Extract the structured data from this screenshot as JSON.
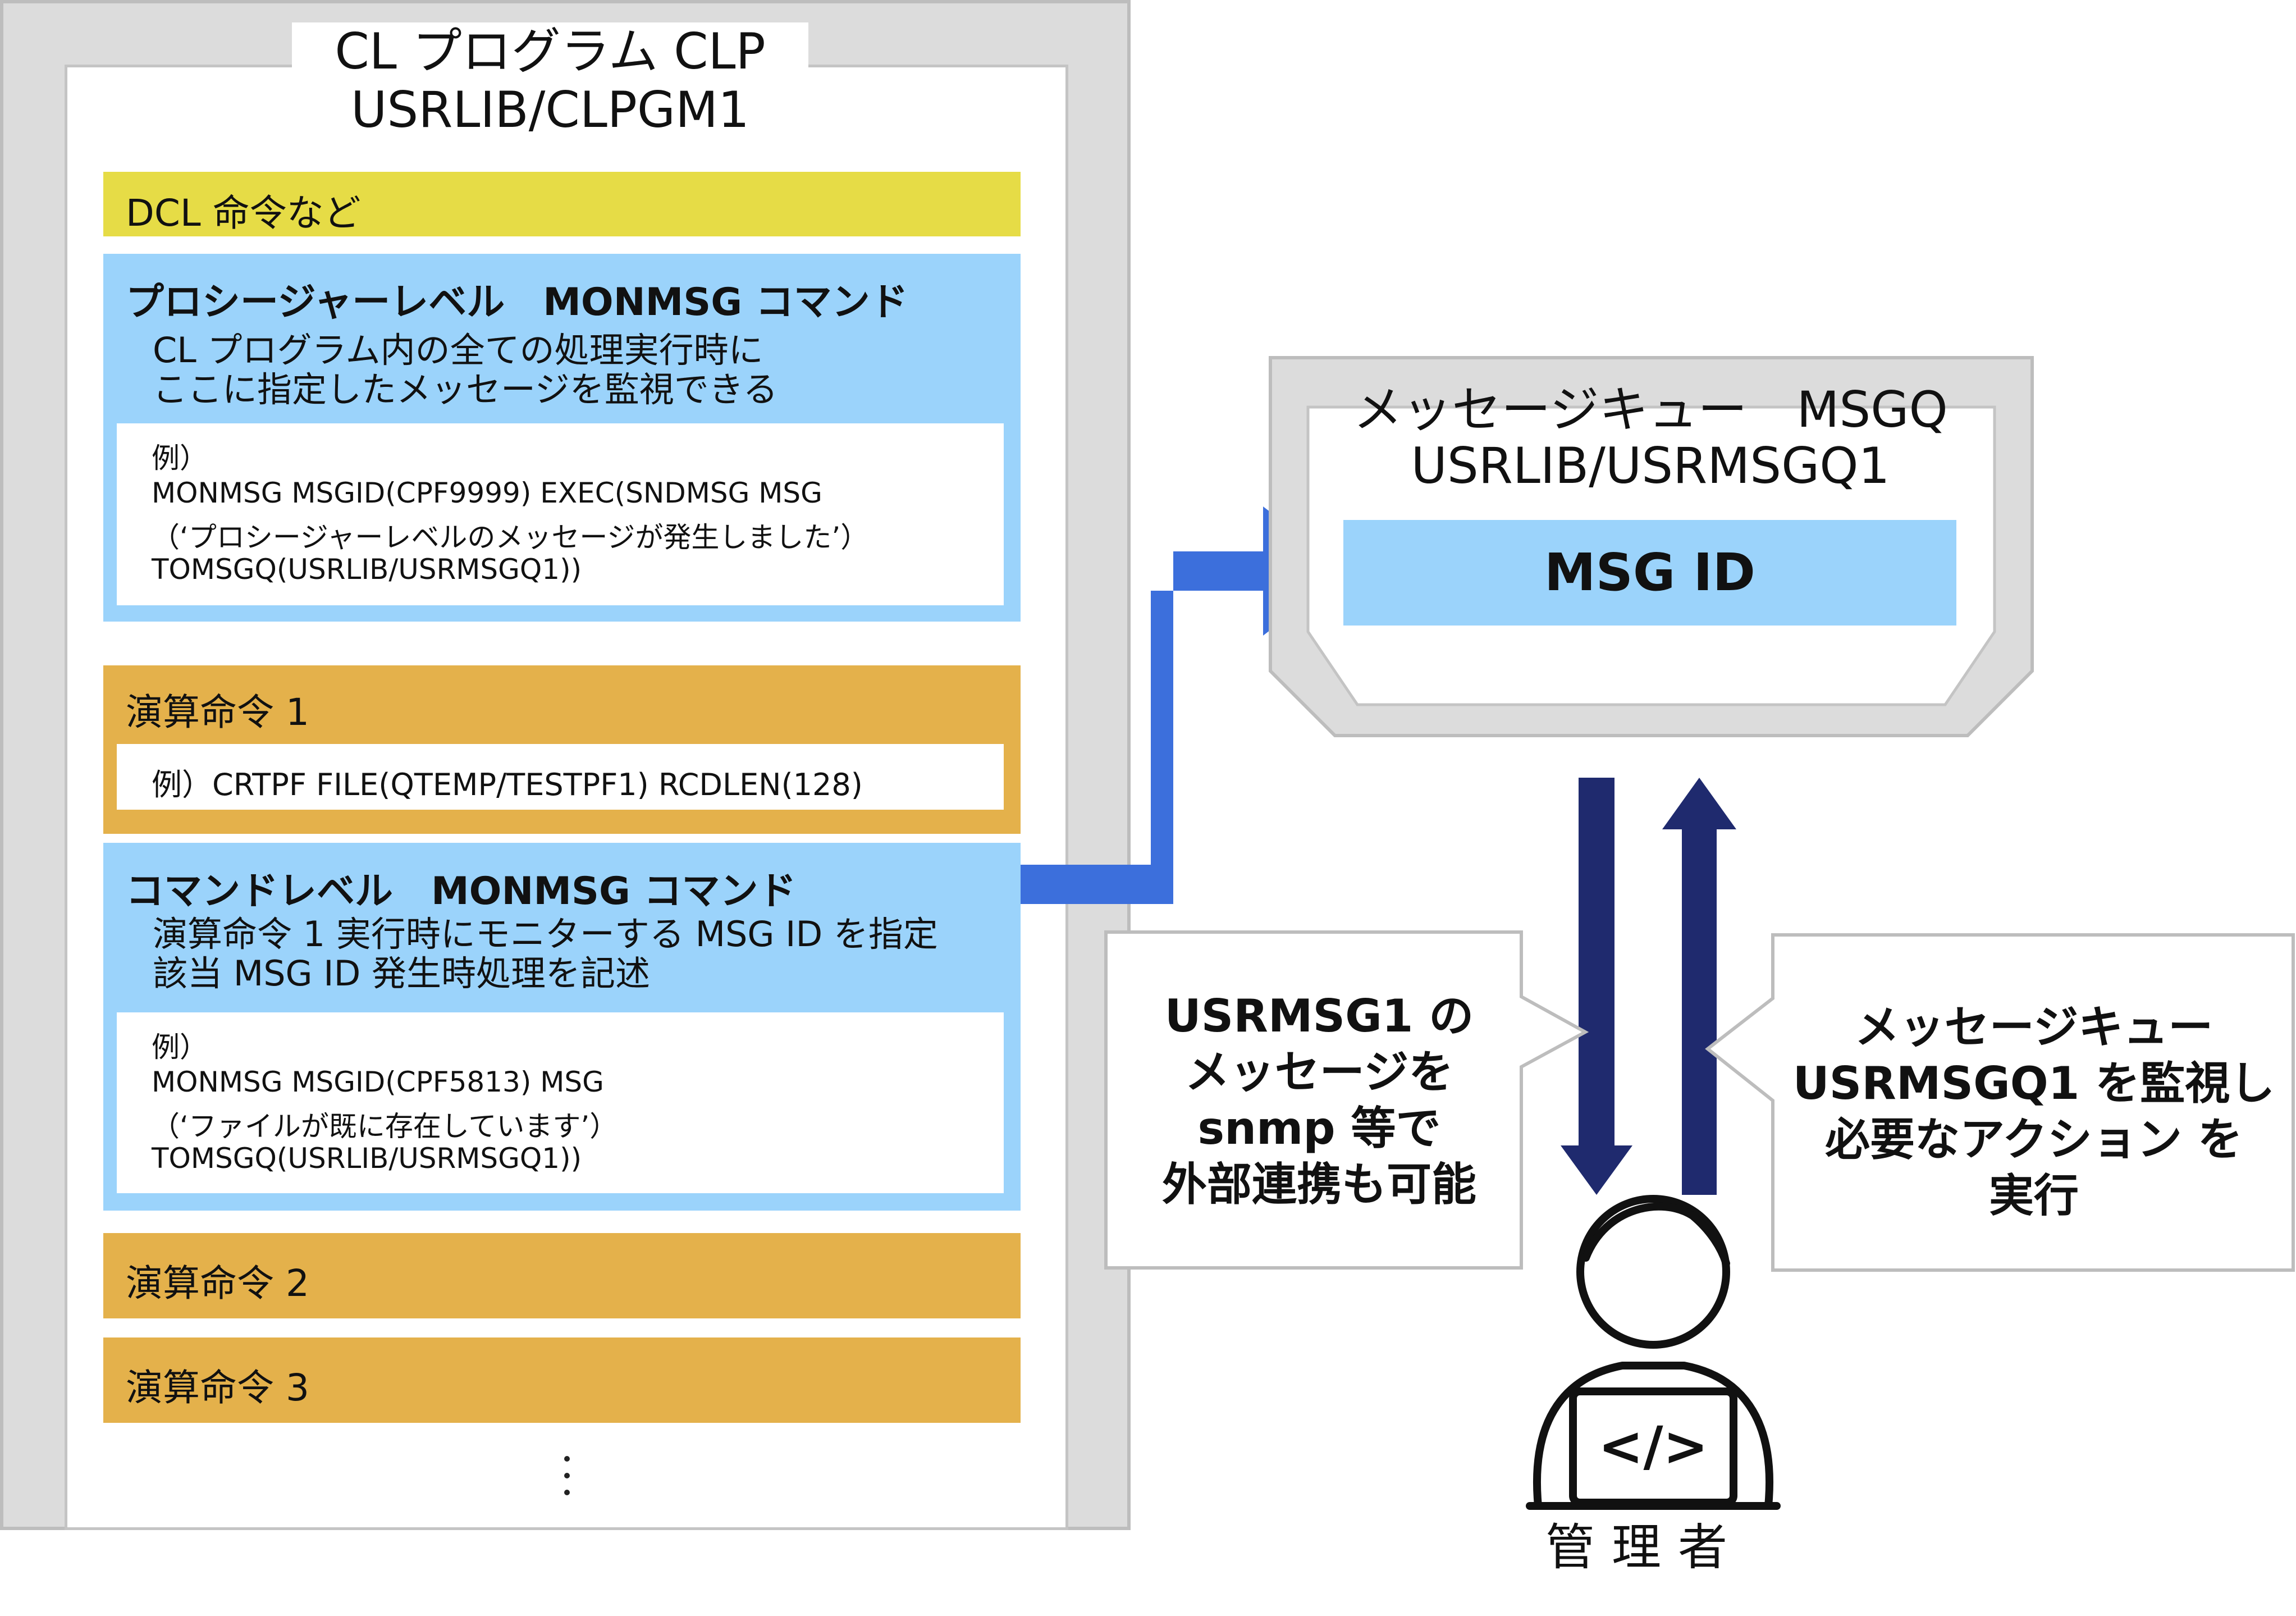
{
  "clp": {
    "title_line1": "CL プログラム CLP",
    "title_line2": "USRLIB/CLPGM1",
    "dcl": "DCL 命令など",
    "procedure": {
      "heading": "プロシージャーレベル　MONMSG コマンド",
      "desc_line1": "CL プログラム内の全ての処理実行時に",
      "desc_line2": "ここに指定したメッセージを監視できる",
      "example_label": "例）",
      "code_line1": "MONMSG MSGID(CPF9999) EXEC(SNDMSG MSG",
      "code_line2": "（‘プロシージャーレベルのメッセージが発生しました’）",
      "code_line3": "TOMSGQ(USRLIB/USRMSGQ1))"
    },
    "op1": {
      "label": "演算命令 1",
      "example": "例）CRTPF FILE(QTEMP/TESTPF1) RCDLEN(128)"
    },
    "command": {
      "heading": "コマンドレベル　MONMSG コマンド",
      "desc_line1": "演算命令 1 実行時にモニターする MSG ID を指定",
      "desc_line2": "該当 MSG ID 発生時処理を記述",
      "example_label": "例）",
      "code_line1": "MONMSG MSGID(CPF5813) MSG",
      "code_line2": "（‘ファイルが既に存在しています’）",
      "code_line3": " TOMSGQ(USRLIB/USRMSGQ1))"
    },
    "op2": "演算命令 2",
    "op3": "演算命令 3",
    "ellipsis": "⋮"
  },
  "msgq": {
    "title_line1": "メッセージキュー　MSGQ",
    "title_line2": "USRLIB/USRMSGQ1",
    "msgid": "MSG ID"
  },
  "callout_left": {
    "line1": "USRMSG1 の",
    "line2": "メッセージを",
    "line3": "snmp 等で",
    "line4": "外部連携も可能"
  },
  "callout_right": {
    "line1": "メッセージキュー",
    "line2": "USRMSGQ1 を監視し",
    "line3": "必要なアクション を",
    "line4": "実行"
  },
  "admin": {
    "label": "管理者",
    "icon": "admin-with-laptop-icon",
    "code_glyph": "</>"
  },
  "colors": {
    "yellow": "#e6dc46",
    "orange": "#e4b14b",
    "light_blue": "#9bd3fb",
    "arrow_blue": "#3c6fdc",
    "navy": "#1f2a6e",
    "frame_gray": "#dcdcdc"
  }
}
